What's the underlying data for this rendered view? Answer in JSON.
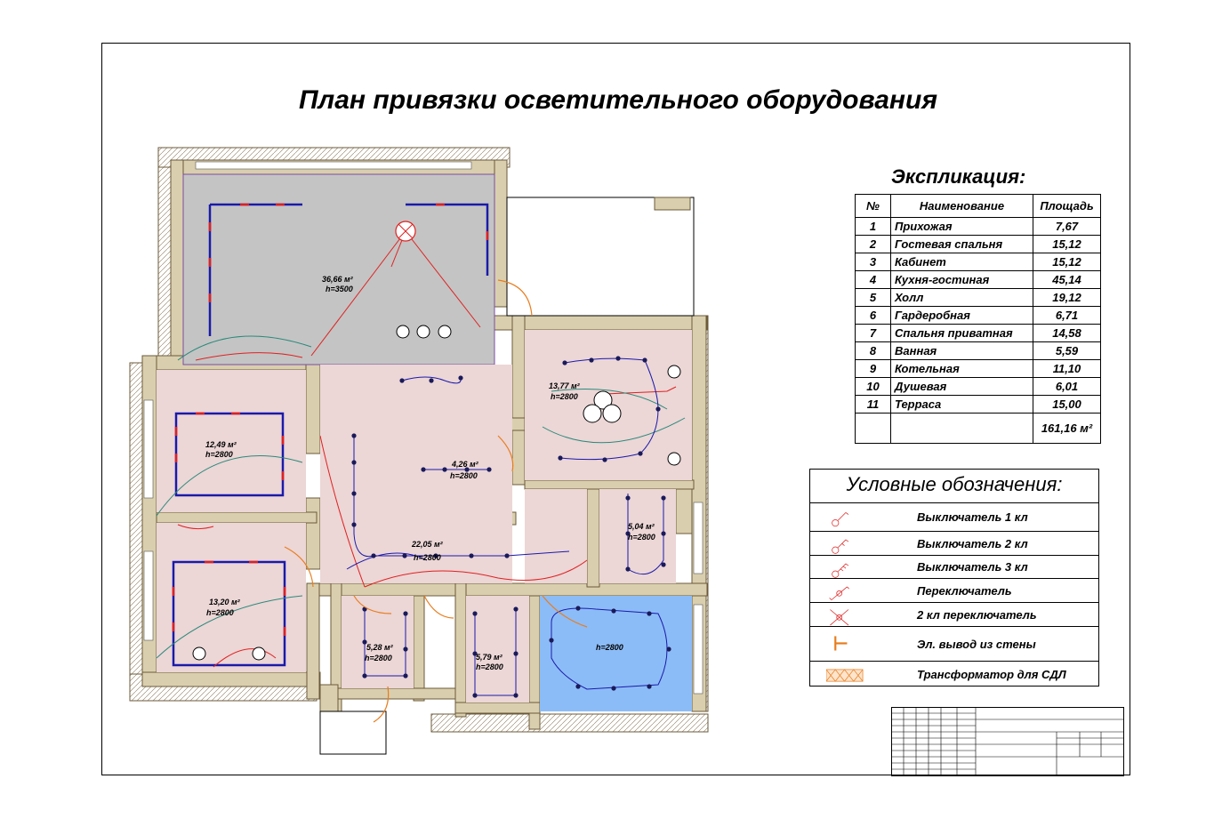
{
  "title": "План привязки осветительного оборудования",
  "explication": {
    "title": "Экспликация:",
    "headers": [
      "№",
      "Наименование",
      "Площадь"
    ],
    "rows": [
      {
        "n": "1",
        "name": "Прихожая",
        "area": "7,67"
      },
      {
        "n": "2",
        "name": "Гостевая спальня",
        "area": "15,12"
      },
      {
        "n": "3",
        "name": "Кабинет",
        "area": "15,12"
      },
      {
        "n": "4",
        "name": "Кухня-гостиная",
        "area": "45,14"
      },
      {
        "n": "5",
        "name": "Холл",
        "area": "19,12"
      },
      {
        "n": "6",
        "name": "Гардеробная",
        "area": "6,71"
      },
      {
        "n": "7",
        "name": "Спальня приватная",
        "area": "14,58"
      },
      {
        "n": "8",
        "name": "Ванная",
        "area": "5,59"
      },
      {
        "n": "9",
        "name": "Котельная",
        "area": "11,10"
      },
      {
        "n": "10",
        "name": "Душевая",
        "area": "6,01"
      },
      {
        "n": "11",
        "name": "Терраса",
        "area": "15,00"
      }
    ],
    "total": "161,16 м²"
  },
  "legend": {
    "title": "Условные обозначения:",
    "items": [
      {
        "label": "Выключатель 1 кл",
        "icon": "switch-1-icon"
      },
      {
        "label": "Выключатель 2 кл",
        "icon": "switch-2-icon"
      },
      {
        "label": "Выключатель 3 кл",
        "icon": "switch-3-icon"
      },
      {
        "label": "Переключатель",
        "icon": "toggle-switch-icon"
      },
      {
        "label": "2 кл переключатель",
        "icon": "toggle-switch-2-icon"
      },
      {
        "label": "Эл. вывод из стены",
        "icon": "wall-outlet-icon"
      },
      {
        "label": "Трансформатор для СДЛ",
        "icon": "transformer-icon"
      }
    ]
  },
  "rooms": {
    "kitchen": {
      "area": "36,66 м²",
      "height": "h=3500"
    },
    "guest": {
      "area": "12,49 м²",
      "height": "h=2800"
    },
    "study": {
      "area": "13,20 м²",
      "height": "h=2800"
    },
    "hall": {
      "area": "22,05 м²",
      "height": "h=2800"
    },
    "wardrobe": {
      "area": "4,26 м²",
      "height": "h=2800"
    },
    "bedroom": {
      "area": "13,77 м²",
      "height": "h=2800"
    },
    "bath": {
      "area": "5,04 м²",
      "height": "h=2800"
    },
    "entry": {
      "area": "5,28 м²",
      "height": "h=2800"
    },
    "shower": {
      "area": "5,79 м²",
      "height": "h=2800"
    },
    "pool": {
      "height": "h=2800"
    }
  },
  "colors": {
    "wall": "#d9cfae",
    "wall_stroke": "#6b5a3a",
    "room_pink": "#ecd6d6",
    "room_grey": "#c4c4c4",
    "pool_blue": "#8cbcf7",
    "wire_red": "#e02020",
    "wire_blue": "#1a1aaa",
    "wire_teal": "#2a8a7a",
    "door_orange": "#e87d1e"
  }
}
